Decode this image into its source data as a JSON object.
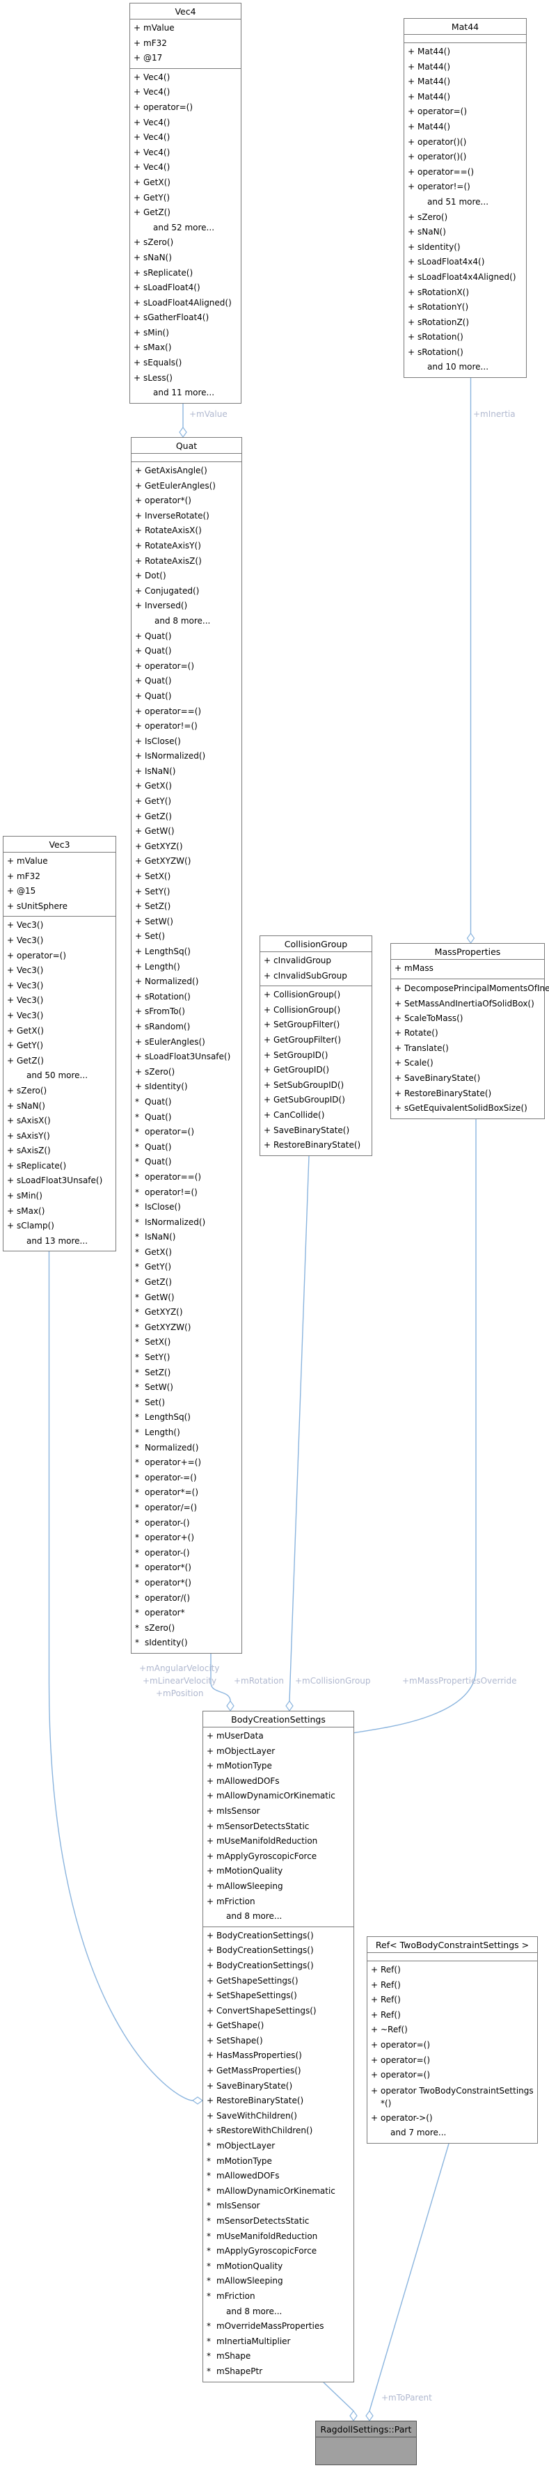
{
  "classes": {
    "vec4": {
      "title": "Vec4",
      "attributes": [
        {
          "vis": "+",
          "name": "mValue"
        },
        {
          "vis": "+",
          "name": "mF32"
        },
        {
          "vis": "+",
          "name": "@17"
        }
      ],
      "methods": [
        {
          "vis": "+",
          "name": "Vec4()"
        },
        {
          "vis": "+",
          "name": "Vec4()"
        },
        {
          "vis": "+",
          "name": "operator=()"
        },
        {
          "vis": "+",
          "name": "Vec4()"
        },
        {
          "vis": "+",
          "name": "Vec4()"
        },
        {
          "vis": "+",
          "name": "Vec4()"
        },
        {
          "vis": "+",
          "name": "Vec4()"
        },
        {
          "vis": "+",
          "name": "GetX()"
        },
        {
          "vis": "+",
          "name": "GetY()"
        },
        {
          "vis": "+",
          "name": "GetZ()"
        },
        {
          "vis": "",
          "name": "and 52 more..."
        },
        {
          "vis": "+",
          "name": "sZero()"
        },
        {
          "vis": "+",
          "name": "sNaN()"
        },
        {
          "vis": "+",
          "name": "sReplicate()"
        },
        {
          "vis": "+",
          "name": "sLoadFloat4()"
        },
        {
          "vis": "+",
          "name": "sLoadFloat4Aligned()"
        },
        {
          "vis": "+",
          "name": "sGatherFloat4()"
        },
        {
          "vis": "+",
          "name": "sMin()"
        },
        {
          "vis": "+",
          "name": "sMax()"
        },
        {
          "vis": "+",
          "name": "sEquals()"
        },
        {
          "vis": "+",
          "name": "sLess()"
        },
        {
          "vis": "",
          "name": "and 11 more..."
        }
      ]
    },
    "mat44": {
      "title": "Mat44",
      "attributes": [],
      "methods": [
        {
          "vis": "+",
          "name": "Mat44()"
        },
        {
          "vis": "+",
          "name": "Mat44()"
        },
        {
          "vis": "+",
          "name": "Mat44()"
        },
        {
          "vis": "+",
          "name": "Mat44()"
        },
        {
          "vis": "+",
          "name": "operator=()"
        },
        {
          "vis": "+",
          "name": "Mat44()"
        },
        {
          "vis": "+",
          "name": "operator()()"
        },
        {
          "vis": "+",
          "name": "operator()()"
        },
        {
          "vis": "+",
          "name": "operator==()"
        },
        {
          "vis": "+",
          "name": "operator!=()"
        },
        {
          "vis": "",
          "name": "and 51 more..."
        },
        {
          "vis": "+",
          "name": "sZero()"
        },
        {
          "vis": "+",
          "name": "sNaN()"
        },
        {
          "vis": "+",
          "name": "sIdentity()"
        },
        {
          "vis": "+",
          "name": "sLoadFloat4x4()"
        },
        {
          "vis": "+",
          "name": "sLoadFloat4x4Aligned()"
        },
        {
          "vis": "+",
          "name": "sRotationX()"
        },
        {
          "vis": "+",
          "name": "sRotationY()"
        },
        {
          "vis": "+",
          "name": "sRotationZ()"
        },
        {
          "vis": "+",
          "name": "sRotation()"
        },
        {
          "vis": "+",
          "name": "sRotation()"
        },
        {
          "vis": "",
          "name": "and 10 more..."
        }
      ]
    },
    "quat": {
      "title": "Quat",
      "attributes": [],
      "methods": [
        {
          "vis": "+",
          "name": "GetAxisAngle()"
        },
        {
          "vis": "+",
          "name": "GetEulerAngles()"
        },
        {
          "vis": "+",
          "name": "operator*()"
        },
        {
          "vis": "+",
          "name": "InverseRotate()"
        },
        {
          "vis": "+",
          "name": "RotateAxisX()"
        },
        {
          "vis": "+",
          "name": "RotateAxisY()"
        },
        {
          "vis": "+",
          "name": "RotateAxisZ()"
        },
        {
          "vis": "+",
          "name": "Dot()"
        },
        {
          "vis": "+",
          "name": "Conjugated()"
        },
        {
          "vis": "+",
          "name": "Inversed()"
        },
        {
          "vis": "",
          "name": "and 8 more..."
        },
        {
          "vis": "+",
          "name": "Quat()"
        },
        {
          "vis": "+",
          "name": "Quat()"
        },
        {
          "vis": "+",
          "name": "operator=()"
        },
        {
          "vis": "+",
          "name": "Quat()"
        },
        {
          "vis": "+",
          "name": "Quat()"
        },
        {
          "vis": "+",
          "name": "operator==()"
        },
        {
          "vis": "+",
          "name": "operator!=()"
        },
        {
          "vis": "+",
          "name": "IsClose()"
        },
        {
          "vis": "+",
          "name": "IsNormalized()"
        },
        {
          "vis": "+",
          "name": "IsNaN()"
        },
        {
          "vis": "+",
          "name": "GetX()"
        },
        {
          "vis": "+",
          "name": "GetY()"
        },
        {
          "vis": "+",
          "name": "GetZ()"
        },
        {
          "vis": "+",
          "name": "GetW()"
        },
        {
          "vis": "+",
          "name": "GetXYZ()"
        },
        {
          "vis": "+",
          "name": "GetXYZW()"
        },
        {
          "vis": "+",
          "name": "SetX()"
        },
        {
          "vis": "+",
          "name": "SetY()"
        },
        {
          "vis": "+",
          "name": "SetZ()"
        },
        {
          "vis": "+",
          "name": "SetW()"
        },
        {
          "vis": "+",
          "name": "Set()"
        },
        {
          "vis": "+",
          "name": "LengthSq()"
        },
        {
          "vis": "+",
          "name": "Length()"
        },
        {
          "vis": "+",
          "name": "Normalized()"
        },
        {
          "vis": "+",
          "name": "sRotation()"
        },
        {
          "vis": "+",
          "name": "sFromTo()"
        },
        {
          "vis": "+",
          "name": "sRandom()"
        },
        {
          "vis": "+",
          "name": "sEulerAngles()"
        },
        {
          "vis": "+",
          "name": "sLoadFloat3Unsafe()"
        },
        {
          "vis": "+",
          "name": "sZero()"
        },
        {
          "vis": "+",
          "name": "sIdentity()"
        },
        {
          "vis": "*",
          "name": "Quat()"
        },
        {
          "vis": "*",
          "name": "Quat()"
        },
        {
          "vis": "*",
          "name": "operator=()"
        },
        {
          "vis": "*",
          "name": "Quat()"
        },
        {
          "vis": "*",
          "name": "Quat()"
        },
        {
          "vis": "*",
          "name": "operator==()"
        },
        {
          "vis": "*",
          "name": "operator!=()"
        },
        {
          "vis": "*",
          "name": "IsClose()"
        },
        {
          "vis": "*",
          "name": "IsNormalized()"
        },
        {
          "vis": "*",
          "name": "IsNaN()"
        },
        {
          "vis": "*",
          "name": "GetX()"
        },
        {
          "vis": "*",
          "name": "GetY()"
        },
        {
          "vis": "*",
          "name": "GetZ()"
        },
        {
          "vis": "*",
          "name": "GetW()"
        },
        {
          "vis": "*",
          "name": "GetXYZ()"
        },
        {
          "vis": "*",
          "name": "GetXYZW()"
        },
        {
          "vis": "*",
          "name": "SetX()"
        },
        {
          "vis": "*",
          "name": "SetY()"
        },
        {
          "vis": "*",
          "name": "SetZ()"
        },
        {
          "vis": "*",
          "name": "SetW()"
        },
        {
          "vis": "*",
          "name": "Set()"
        },
        {
          "vis": "*",
          "name": "LengthSq()"
        },
        {
          "vis": "*",
          "name": "Length()"
        },
        {
          "vis": "*",
          "name": "Normalized()"
        },
        {
          "vis": "*",
          "name": "operator+=()"
        },
        {
          "vis": "*",
          "name": "operator-=()"
        },
        {
          "vis": "*",
          "name": "operator*=()"
        },
        {
          "vis": "*",
          "name": "operator/=()"
        },
        {
          "vis": "*",
          "name": "operator-()"
        },
        {
          "vis": "*",
          "name": "operator+()"
        },
        {
          "vis": "*",
          "name": "operator-()"
        },
        {
          "vis": "*",
          "name": "operator*()"
        },
        {
          "vis": "*",
          "name": "operator*()"
        },
        {
          "vis": "*",
          "name": "operator/()"
        },
        {
          "vis": "*",
          "name": "operator*"
        },
        {
          "vis": "*",
          "name": "sZero()"
        },
        {
          "vis": "*",
          "name": "sIdentity()"
        }
      ]
    },
    "vec3": {
      "title": "Vec3",
      "attributes": [
        {
          "vis": "+",
          "name": "mValue"
        },
        {
          "vis": "+",
          "name": "mF32"
        },
        {
          "vis": "+",
          "name": "@15"
        },
        {
          "vis": "+",
          "name": "sUnitSphere"
        }
      ],
      "methods": [
        {
          "vis": "+",
          "name": "Vec3()"
        },
        {
          "vis": "+",
          "name": "Vec3()"
        },
        {
          "vis": "+",
          "name": "operator=()"
        },
        {
          "vis": "+",
          "name": "Vec3()"
        },
        {
          "vis": "+",
          "name": "Vec3()"
        },
        {
          "vis": "+",
          "name": "Vec3()"
        },
        {
          "vis": "+",
          "name": "Vec3()"
        },
        {
          "vis": "+",
          "name": "GetX()"
        },
        {
          "vis": "+",
          "name": "GetY()"
        },
        {
          "vis": "+",
          "name": "GetZ()"
        },
        {
          "vis": "",
          "name": "and 50 more..."
        },
        {
          "vis": "+",
          "name": "sZero()"
        },
        {
          "vis": "+",
          "name": "sNaN()"
        },
        {
          "vis": "+",
          "name": "sAxisX()"
        },
        {
          "vis": "+",
          "name": "sAxisY()"
        },
        {
          "vis": "+",
          "name": "sAxisZ()"
        },
        {
          "vis": "+",
          "name": "sReplicate()"
        },
        {
          "vis": "+",
          "name": "sLoadFloat3Unsafe()"
        },
        {
          "vis": "+",
          "name": "sMin()"
        },
        {
          "vis": "+",
          "name": "sMax()"
        },
        {
          "vis": "+",
          "name": "sClamp()"
        },
        {
          "vis": "",
          "name": "and 13 more..."
        }
      ]
    },
    "collision_group": {
      "title": "CollisionGroup",
      "attributes": [
        {
          "vis": "+",
          "name": "cInvalidGroup"
        },
        {
          "vis": "+",
          "name": "cInvalidSubGroup"
        }
      ],
      "methods": [
        {
          "vis": "+",
          "name": "CollisionGroup()"
        },
        {
          "vis": "+",
          "name": "CollisionGroup()"
        },
        {
          "vis": "+",
          "name": "SetGroupFilter()"
        },
        {
          "vis": "+",
          "name": "GetGroupFilter()"
        },
        {
          "vis": "+",
          "name": "SetGroupID()"
        },
        {
          "vis": "+",
          "name": "GetGroupID()"
        },
        {
          "vis": "+",
          "name": "SetSubGroupID()"
        },
        {
          "vis": "+",
          "name": "GetSubGroupID()"
        },
        {
          "vis": "+",
          "name": "CanCollide()"
        },
        {
          "vis": "+",
          "name": "SaveBinaryState()"
        },
        {
          "vis": "+",
          "name": "RestoreBinaryState()"
        }
      ]
    },
    "mass_properties": {
      "title": "MassProperties",
      "attributes": [
        {
          "vis": "+",
          "name": "mMass"
        }
      ],
      "methods": [
        {
          "vis": "+",
          "name": "DecomposePrincipalMomentsOfInertia()",
          "wrap": true
        },
        {
          "vis": "+",
          "name": "SetMassAndInertiaOfSolidBox()",
          "wrap": true
        },
        {
          "vis": "+",
          "name": "ScaleToMass()"
        },
        {
          "vis": "+",
          "name": "Rotate()"
        },
        {
          "vis": "+",
          "name": "Translate()"
        },
        {
          "vis": "+",
          "name": "Scale()"
        },
        {
          "vis": "+",
          "name": "SaveBinaryState()"
        },
        {
          "vis": "+",
          "name": "RestoreBinaryState()"
        },
        {
          "vis": "+",
          "name": "sGetEquivalentSolidBoxSize()"
        }
      ]
    },
    "body_creation_settings": {
      "title": "BodyCreationSettings",
      "attributes": [
        {
          "vis": "+",
          "name": "mUserData"
        },
        {
          "vis": "+",
          "name": "mObjectLayer"
        },
        {
          "vis": "+",
          "name": "mMotionType"
        },
        {
          "vis": "+",
          "name": "mAllowedDOFs"
        },
        {
          "vis": "+",
          "name": "mAllowDynamicOrKinematic"
        },
        {
          "vis": "+",
          "name": "mIsSensor"
        },
        {
          "vis": "+",
          "name": "mSensorDetectsStatic"
        },
        {
          "vis": "+",
          "name": "mUseManifoldReduction"
        },
        {
          "vis": "+",
          "name": "mApplyGyroscopicForce"
        },
        {
          "vis": "+",
          "name": "mMotionQuality"
        },
        {
          "vis": "+",
          "name": "mAllowSleeping"
        },
        {
          "vis": "+",
          "name": "mFriction"
        },
        {
          "vis": "",
          "name": "and 8 more..."
        }
      ],
      "methods": [
        {
          "vis": "+",
          "name": "BodyCreationSettings()"
        },
        {
          "vis": "+",
          "name": "BodyCreationSettings()"
        },
        {
          "vis": "+",
          "name": "BodyCreationSettings()"
        },
        {
          "vis": "+",
          "name": "GetShapeSettings()"
        },
        {
          "vis": "+",
          "name": "SetShapeSettings()"
        },
        {
          "vis": "+",
          "name": "ConvertShapeSettings()"
        },
        {
          "vis": "+",
          "name": "GetShape()"
        },
        {
          "vis": "+",
          "name": "SetShape()"
        },
        {
          "vis": "+",
          "name": "HasMassProperties()"
        },
        {
          "vis": "+",
          "name": "GetMassProperties()"
        },
        {
          "vis": "+",
          "name": "SaveBinaryState()"
        },
        {
          "vis": "+",
          "name": "RestoreBinaryState()"
        },
        {
          "vis": "+",
          "name": "SaveWithChildren()"
        },
        {
          "vis": "+",
          "name": "sRestoreWithChildren()"
        },
        {
          "vis": "*",
          "name": "mObjectLayer"
        },
        {
          "vis": "*",
          "name": "mMotionType"
        },
        {
          "vis": "*",
          "name": "mAllowedDOFs"
        },
        {
          "vis": "*",
          "name": "mAllowDynamicOrKinematic"
        },
        {
          "vis": "*",
          "name": "mIsSensor"
        },
        {
          "vis": "*",
          "name": "mSensorDetectsStatic"
        },
        {
          "vis": "*",
          "name": "mUseManifoldReduction"
        },
        {
          "vis": "*",
          "name": "mApplyGyroscopicForce"
        },
        {
          "vis": "*",
          "name": "mMotionQuality"
        },
        {
          "vis": "*",
          "name": "mAllowSleeping"
        },
        {
          "vis": "*",
          "name": "mFriction"
        },
        {
          "vis": "",
          "name": "and 8 more..."
        },
        {
          "vis": "*",
          "name": "mOverrideMassProperties"
        },
        {
          "vis": "*",
          "name": "mInertiaMultiplier"
        },
        {
          "vis": "*",
          "name": "mShape"
        },
        {
          "vis": "*",
          "name": "mShapePtr"
        }
      ]
    },
    "ref_two_body": {
      "title": "Ref< TwoBodyConstraintSettings >",
      "attributes": [],
      "methods": [
        {
          "vis": "+",
          "name": "Ref()"
        },
        {
          "vis": "+",
          "name": "Ref()"
        },
        {
          "vis": "+",
          "name": "Ref()"
        },
        {
          "vis": "+",
          "name": "Ref()"
        },
        {
          "vis": "+",
          "name": "~Ref()"
        },
        {
          "vis": "+",
          "name": "operator=()"
        },
        {
          "vis": "+",
          "name": "operator=()"
        },
        {
          "vis": "+",
          "name": "operator=()"
        },
        {
          "vis": "+",
          "name": "operator TwoBodyConstraintSettings *()",
          "wrap": true
        },
        {
          "vis": "+",
          "name": "operator->()"
        },
        {
          "vis": "",
          "name": "and 7 more..."
        }
      ]
    },
    "ragdoll_part": {
      "title": "RagdollSettings::Part"
    }
  },
  "edge_labels": {
    "vec4_to_quat": "+mValue",
    "mat44_to_mass": "+mInertia",
    "vec3_to_body": [
      "+mAngularVelocity",
      "+mLinearVelocity",
      "+mPosition"
    ],
    "quat_to_body": "+mRotation",
    "collision_to_body": "+mCollisionGroup",
    "mass_to_body": "+mMassPropertiesOverride",
    "ref_to_part": "+mToParent"
  },
  "colors": {
    "edge": "#8ab4de",
    "edge_label": "#b0b8cf",
    "box_border": "#7a7a7a",
    "final_box_fill": "#a0a0a0"
  }
}
